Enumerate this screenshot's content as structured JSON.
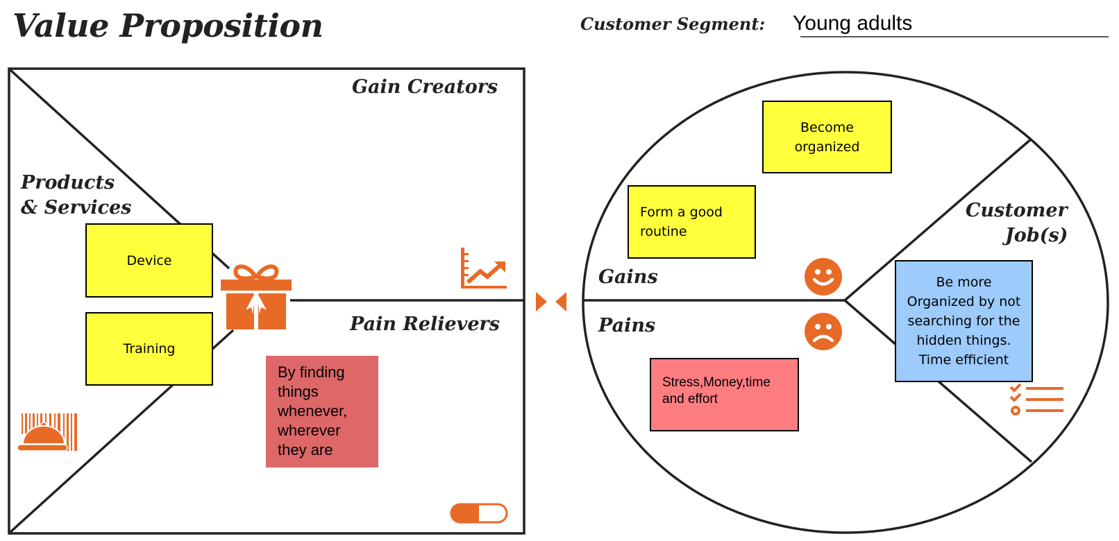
{
  "header": {
    "title": "Value Proposition",
    "customer_segment_label": "Customer Segment:",
    "customer_segment_value": "Young adults"
  },
  "value_map": {
    "sections": {
      "gain_creators": "Gain Creators",
      "products_services_line1": "Products",
      "products_services_line2": "& Services",
      "pain_relievers": "Pain Relievers"
    },
    "products_services": [
      {
        "text": "Device"
      },
      {
        "text": "Training"
      }
    ],
    "pain_relievers": [
      {
        "text": "By finding things whenever, wherever they are"
      }
    ],
    "gain_creators": [],
    "icons": {
      "products_services": "gift-icon",
      "gain_creators": "growth-chart-icon",
      "pain_relievers": "pill-icon",
      "products_corner": "service-cloche-icon"
    }
  },
  "customer_profile": {
    "sections": {
      "gains": "Gains",
      "pains": "Pains",
      "customer_jobs_line1": "Customer",
      "customer_jobs_line2": "Job(s)"
    },
    "gains": [
      {
        "text": "Become organized"
      },
      {
        "text": "Form a good routine"
      }
    ],
    "pains": [
      {
        "text": "Stress,Money,time and effort"
      }
    ],
    "customer_jobs": [
      {
        "text": "Be more Organized by not searching for the hidden things. Time efficient"
      }
    ],
    "icons": {
      "gains": "smiley-face-icon",
      "pains": "sad-face-icon",
      "customer_jobs": "checklist-icon",
      "fit": "fit-arrows-icon"
    }
  },
  "colors": {
    "accent": "#e86a27",
    "sticky_yellow": "#ffff3b",
    "sticky_blue": "#9dcbfb",
    "sticky_red_dark": "#de6767",
    "sticky_red_light": "#fd7d80",
    "line": "#222222"
  }
}
